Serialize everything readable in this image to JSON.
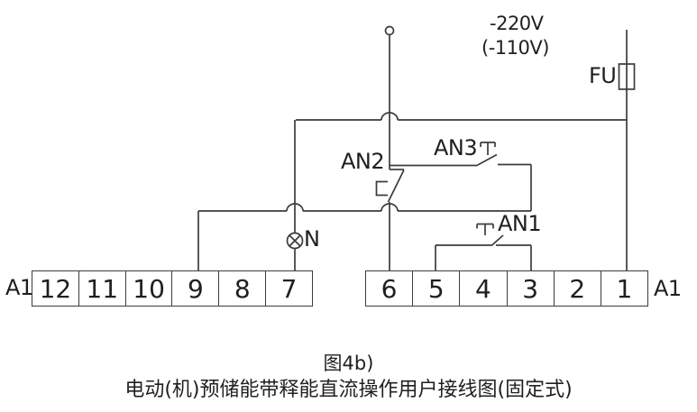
{
  "colors": {
    "background": "#ffffff",
    "wire": "#3c3c3c",
    "text": "#1f1f1f"
  },
  "supply": {
    "voltage_primary": "-220V",
    "voltage_alternate": "(-110V)"
  },
  "fuse": {
    "label": "FU"
  },
  "lamp": {
    "label": "N"
  },
  "buttons": {
    "an1": "AN1",
    "an2": "AN2",
    "an3": "AN3"
  },
  "terminal_blocks": {
    "left": {
      "device_label": "A1",
      "cells": [
        "12",
        "11",
        "10",
        "9",
        "8",
        "7"
      ]
    },
    "right": {
      "device_label": "A1",
      "cells": [
        "6",
        "5",
        "4",
        "3",
        "2",
        "1"
      ]
    }
  },
  "caption": {
    "line1": "图4b)",
    "line2": "电动(机)预储能带释能直流操作用户接线图(固定式)"
  }
}
